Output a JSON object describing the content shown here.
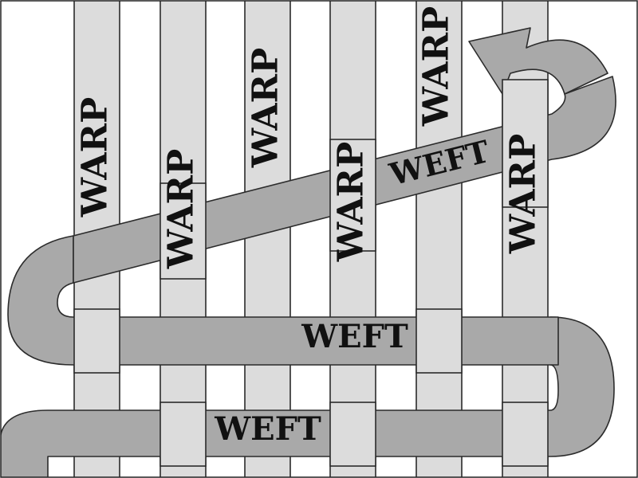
{
  "labels": {
    "warp": [
      "WARP",
      "WARP",
      "WARP",
      "WARP",
      "WARP",
      "WARP"
    ],
    "weft": [
      "WEFT",
      "WEFT",
      "WEFT"
    ]
  },
  "colors": {
    "warp_fill": "#dcdcdc",
    "weft_fill": "#a9a9a9",
    "outline": "#2b2b2b",
    "text": "#111111"
  }
}
